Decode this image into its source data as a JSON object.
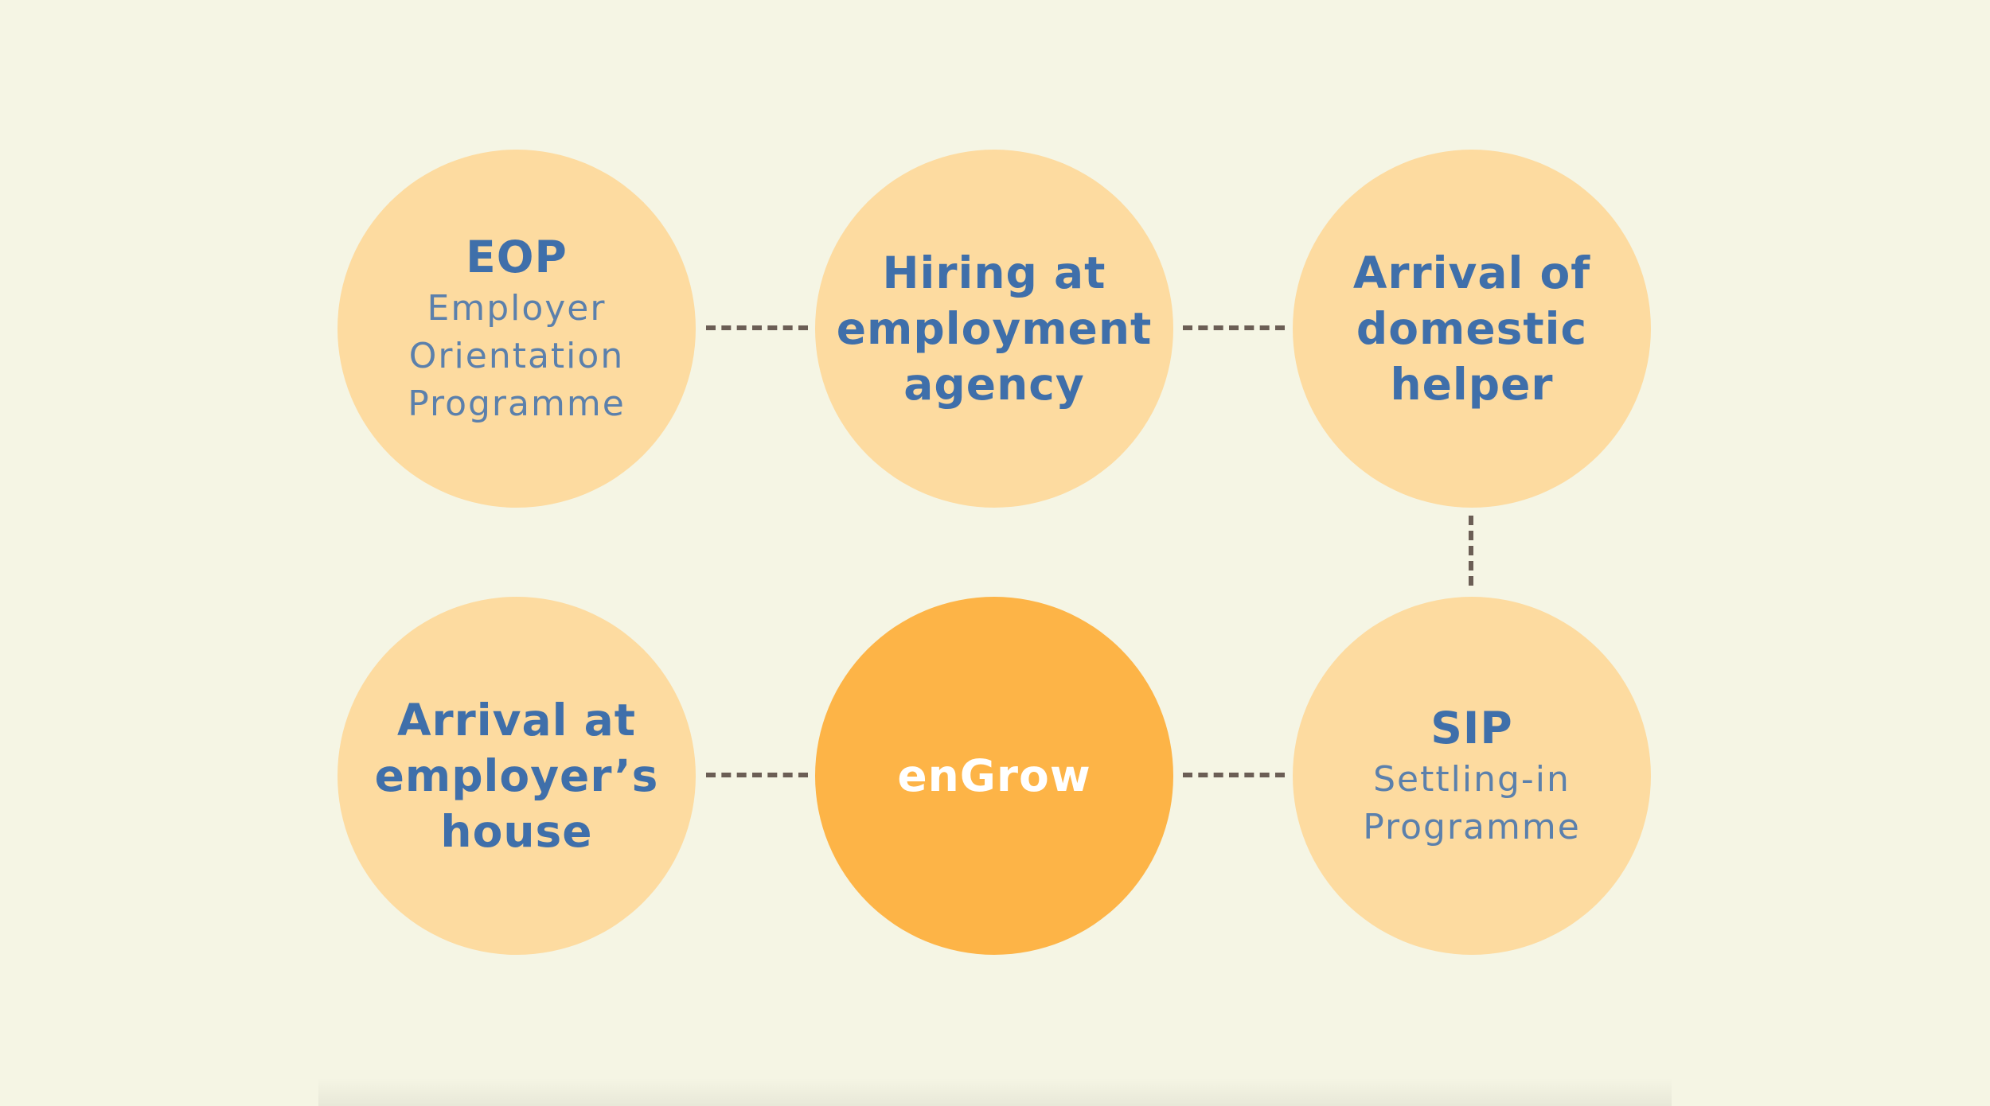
{
  "nodes": {
    "eop": {
      "title": "EOP",
      "subtitle_lines": [
        "Employer",
        "Orientation",
        "Programme"
      ]
    },
    "hiring": {
      "title_lines": [
        "Hiring at",
        "employment",
        "agency"
      ]
    },
    "arrival_helper": {
      "title_lines": [
        "Arrival of",
        "domestic",
        "helper"
      ]
    },
    "arrival_house": {
      "title_lines": [
        "Arrival at",
        "employer’s",
        "house"
      ]
    },
    "engrow": {
      "title": "enGrow"
    },
    "sip": {
      "title": "SIP",
      "subtitle_lines": [
        "Settling-in",
        "Programme"
      ]
    }
  },
  "colors": {
    "background": "#f5f5e4",
    "node_fill": "#fddba0",
    "highlight_fill": "#fdb447",
    "title_text": "#3f6faa",
    "subtitle_text": "#5b80ac",
    "highlight_text": "#ffffff",
    "connector": "#6b5e55"
  }
}
